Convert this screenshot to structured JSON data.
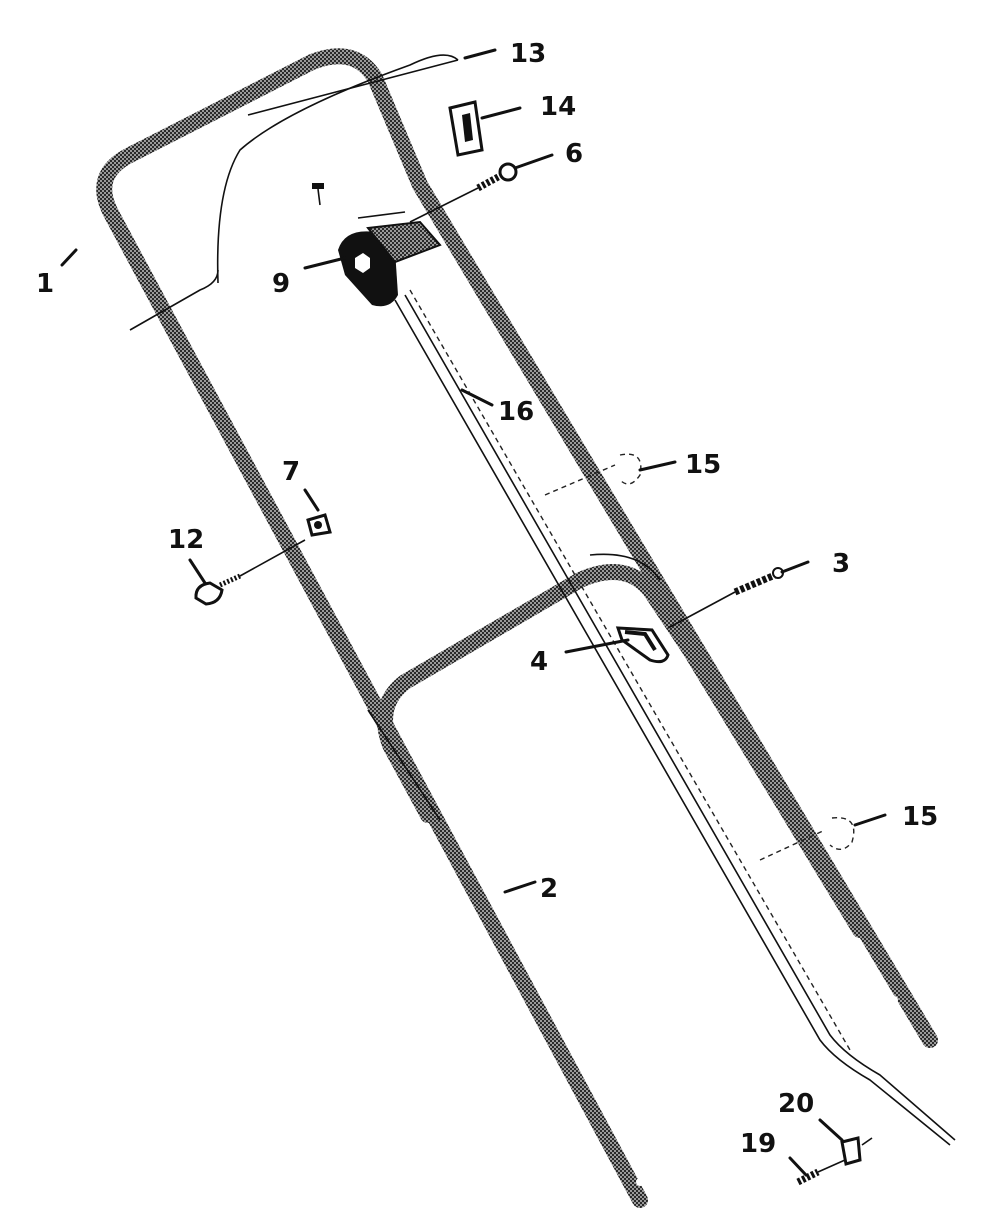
{
  "diagram": {
    "callouts": [
      {
        "id": "c1",
        "label": "1"
      },
      {
        "id": "c2",
        "label": "2"
      },
      {
        "id": "c3",
        "label": "3"
      },
      {
        "id": "c4",
        "label": "4"
      },
      {
        "id": "c6",
        "label": "6"
      },
      {
        "id": "c7",
        "label": "7"
      },
      {
        "id": "c9",
        "label": "9"
      },
      {
        "id": "c12",
        "label": "12"
      },
      {
        "id": "c13",
        "label": "13"
      },
      {
        "id": "c14",
        "label": "14"
      },
      {
        "id": "c15a",
        "label": "15"
      },
      {
        "id": "c15b",
        "label": "15"
      },
      {
        "id": "c16",
        "label": "16"
      },
      {
        "id": "c19",
        "label": "19"
      },
      {
        "id": "c20",
        "label": "20"
      }
    ]
  },
  "colors": {
    "ink": "#111111",
    "background": "#ffffff"
  }
}
